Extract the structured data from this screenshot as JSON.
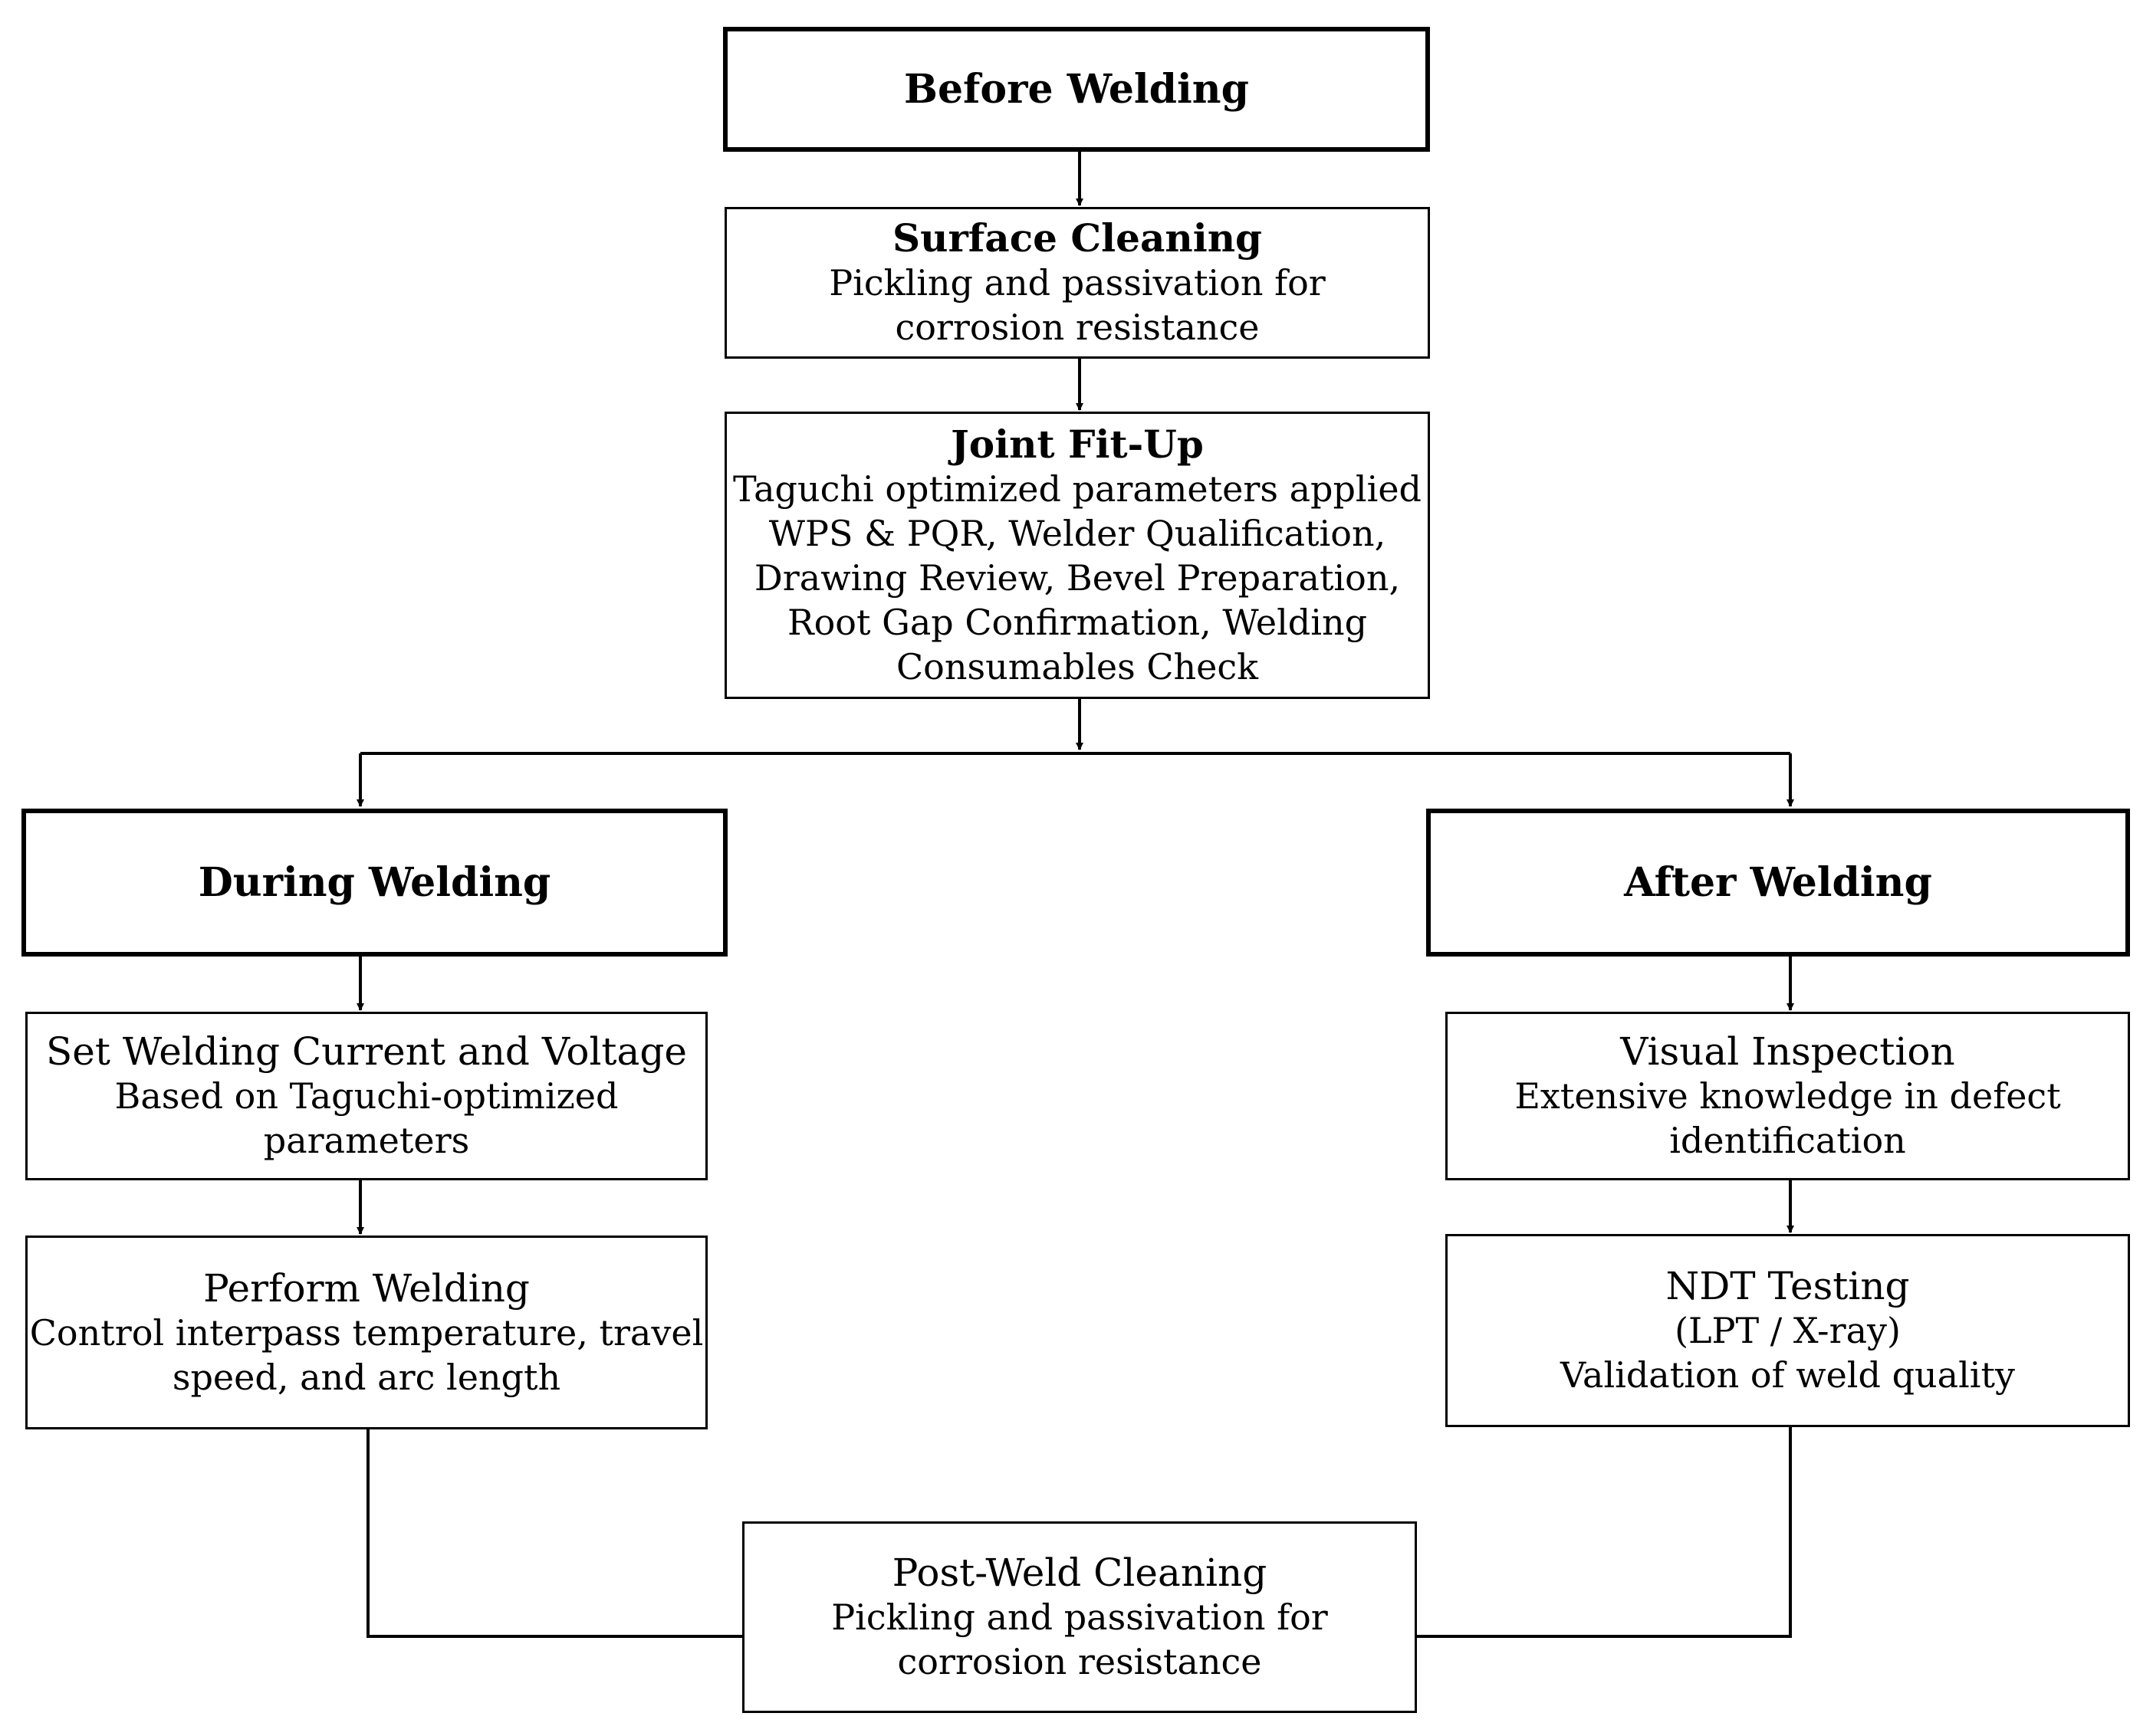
{
  "stages": {
    "before": "Before Welding",
    "during": "During Welding",
    "after": "After Welding"
  },
  "steps": {
    "surface_cleaning": {
      "title": "Surface Cleaning",
      "lines": [
        "Pickling and passivation for",
        "corrosion resistance"
      ]
    },
    "joint_fitup": {
      "title": "Joint Fit-Up",
      "lines": [
        "Taguchi optimized parameters applied",
        "WPS & PQR, Welder Qualification,",
        "Drawing Review, Bevel Preparation,",
        "Root Gap Confirmation, Welding",
        "Consumables Check"
      ]
    },
    "set_current": {
      "title": "Set Welding Current and Voltage",
      "lines": [
        "Based on Taguchi-optimized",
        "parameters"
      ]
    },
    "perform_welding": {
      "title": "Perform Welding",
      "lines": [
        "Control interpass temperature, travel",
        "speed, and arc length"
      ]
    },
    "visual_inspection": {
      "title": "Visual Inspection",
      "lines": [
        "Extensive knowledge in defect",
        "identification"
      ]
    },
    "ndt_testing": {
      "title": "NDT Testing",
      "lines": [
        "(LPT / X-ray)",
        "Validation of weld quality"
      ]
    },
    "post_weld_cleaning": {
      "title": "Post-Weld Cleaning",
      "lines": [
        "Pickling and passivation for",
        "corrosion resistance"
      ]
    }
  }
}
